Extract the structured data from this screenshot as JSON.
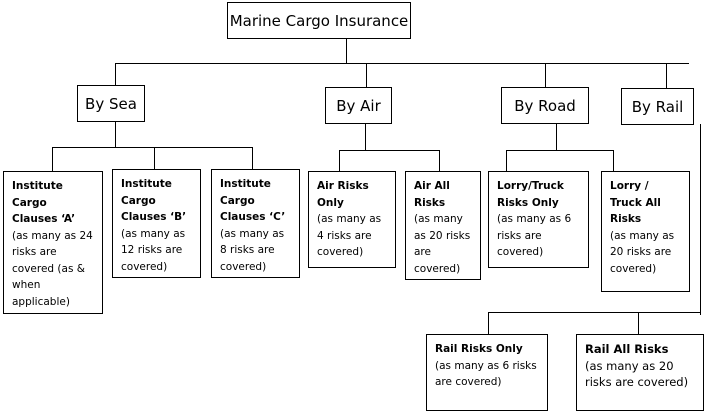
{
  "root": {
    "label": "Marine Cargo Insurance"
  },
  "modes": [
    {
      "label": "By Sea",
      "children": [
        {
          "title": "Institute Cargo Clauses ‘A’",
          "desc": "(as many as 24 risks are covered (as & when applicable)"
        },
        {
          "title": "Institute Cargo Clauses ‘B’",
          "desc": "(as many as 12 risks are covered)"
        },
        {
          "title": "Institute Cargo Clauses ‘C’",
          "desc": "(as many as 8 risks are covered)"
        }
      ]
    },
    {
      "label": "By Air",
      "children": [
        {
          "title": "Air Risks Only",
          "desc": "(as many as 4 risks are covered)"
        },
        {
          "title": "Air All Risks",
          "desc": "(as many as 20 risks are covered)"
        }
      ]
    },
    {
      "label": "By Road",
      "children": [
        {
          "title": "Lorry/Truck Risks Only",
          "desc": "(as many as 6 risks are covered)"
        },
        {
          "title": "Lorry / Truck All Risks",
          "desc": "(as many as 20 risks are covered)"
        }
      ]
    },
    {
      "label": "By Rail",
      "children": [
        {
          "title": "Rail Risks Only",
          "desc": "(as many as 6 risks are covered)"
        },
        {
          "title": "Rail All Risks",
          "desc": "(as many as 20 risks are covered)"
        }
      ]
    }
  ]
}
